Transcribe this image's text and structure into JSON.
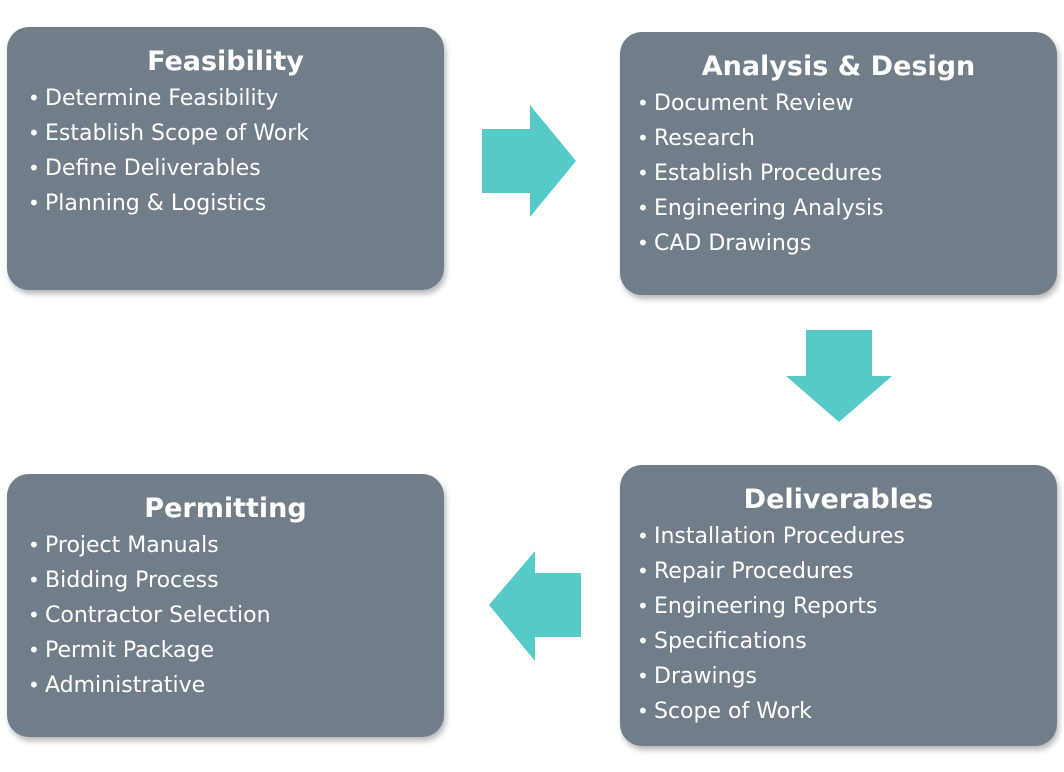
{
  "colors": {
    "box_fill": "#717d89",
    "box_text": "#ffffff",
    "arrow_fill": "#56c9c9",
    "background": "#ffffff"
  },
  "stages": {
    "feasibility": {
      "title": "Feasibility",
      "items": [
        "Determine Feasibility",
        "Establish Scope of Work",
        "Define Deliverables",
        "Planning & Logistics"
      ]
    },
    "analysis": {
      "title": "Analysis & Design",
      "items": [
        "Document Review",
        "Research",
        "Establish Procedures",
        "Engineering Analysis",
        "CAD Drawings"
      ]
    },
    "deliverables": {
      "title": "Deliverables",
      "items": [
        "Installation Procedures",
        "Repair Procedures",
        "Engineering Reports",
        "Specifications",
        "Drawings",
        "Scope of Work"
      ]
    },
    "permitting": {
      "title": "Permitting",
      "items": [
        "Project Manuals",
        "Bidding Process",
        "Contractor Selection",
        "Permit Package",
        "Administrative"
      ]
    }
  },
  "arrows": [
    {
      "from": "feasibility",
      "to": "analysis",
      "direction": "right"
    },
    {
      "from": "analysis",
      "to": "deliverables",
      "direction": "down"
    },
    {
      "from": "deliverables",
      "to": "permitting",
      "direction": "left"
    }
  ]
}
